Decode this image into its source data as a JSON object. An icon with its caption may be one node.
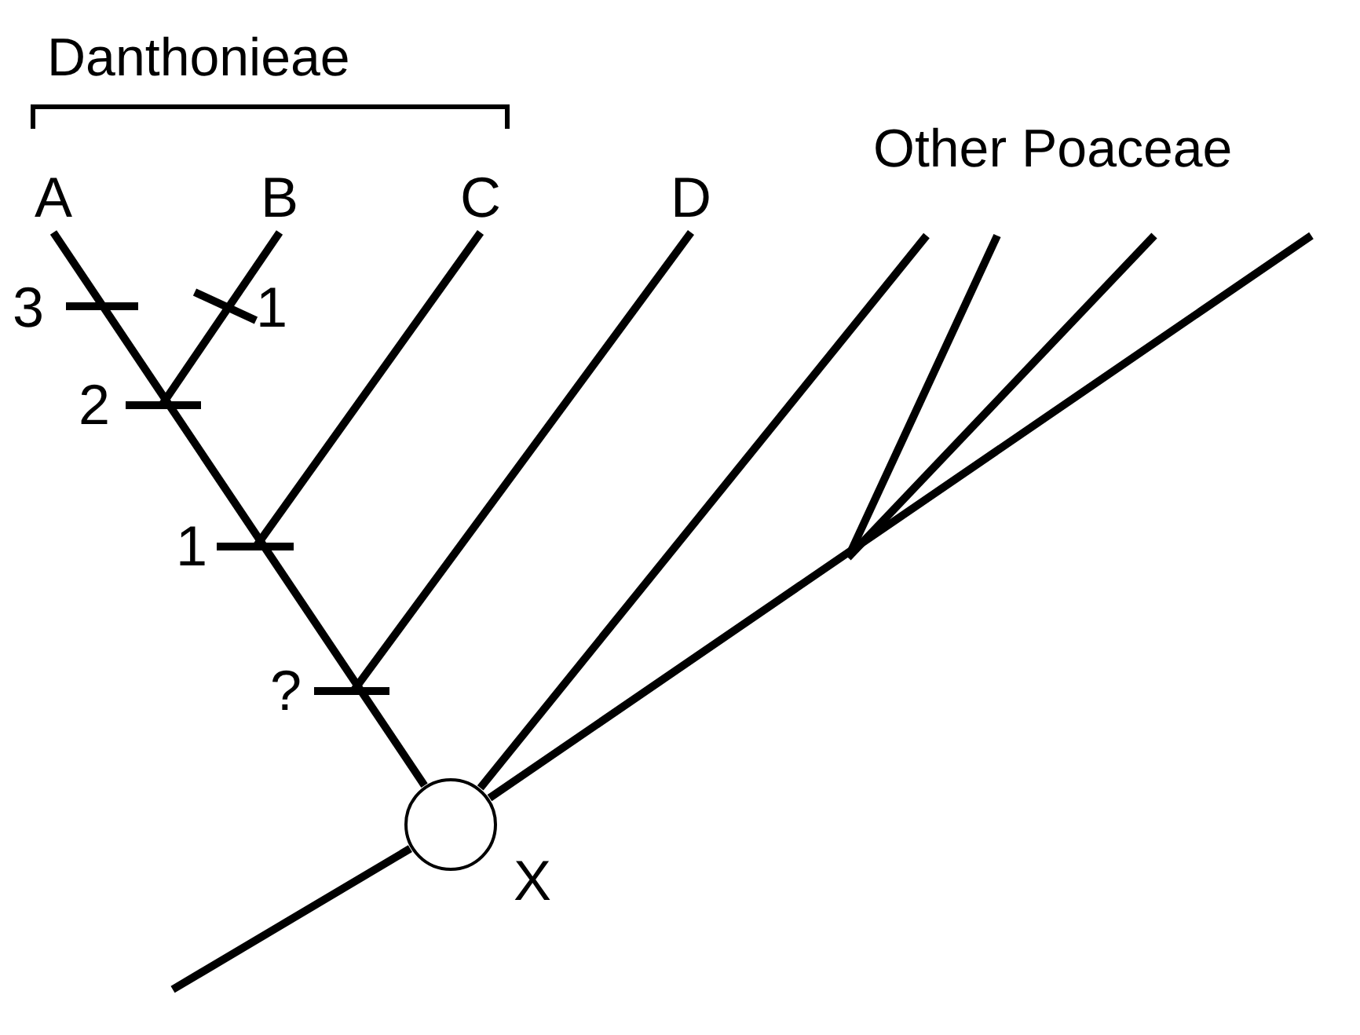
{
  "diagram": {
    "nodes": [
      {
        "text": [
          "A"
        ]
      },
      {
        "text": [
          "B"
        ]
      },
      {
        "text": [
          "C"
        ]
      },
      {
        "text": [
          "D"
        ]
      },
      {
        "text": [],
        "shape": "circle",
        "beside": [
          "X"
        ]
      }
    ],
    "edges": [
      {
        "from": 4,
        "to": 0,
        "arrow": "none"
      },
      {
        "from": null,
        "to": 1,
        "arrow": "none"
      },
      {
        "from": null,
        "to": 2,
        "arrow": "none"
      },
      {
        "from": null,
        "to": 3,
        "arrow": "none"
      },
      {
        "from": 4,
        "to": null,
        "arrow": "none"
      },
      {
        "from": 4,
        "to": null,
        "arrow": "none"
      },
      {
        "from": null,
        "to": 4,
        "arrow": "none"
      }
    ],
    "labels": [
      "Danthonieae",
      "Other Poaceae",
      "3",
      "1",
      "2",
      "1",
      "?"
    ]
  }
}
